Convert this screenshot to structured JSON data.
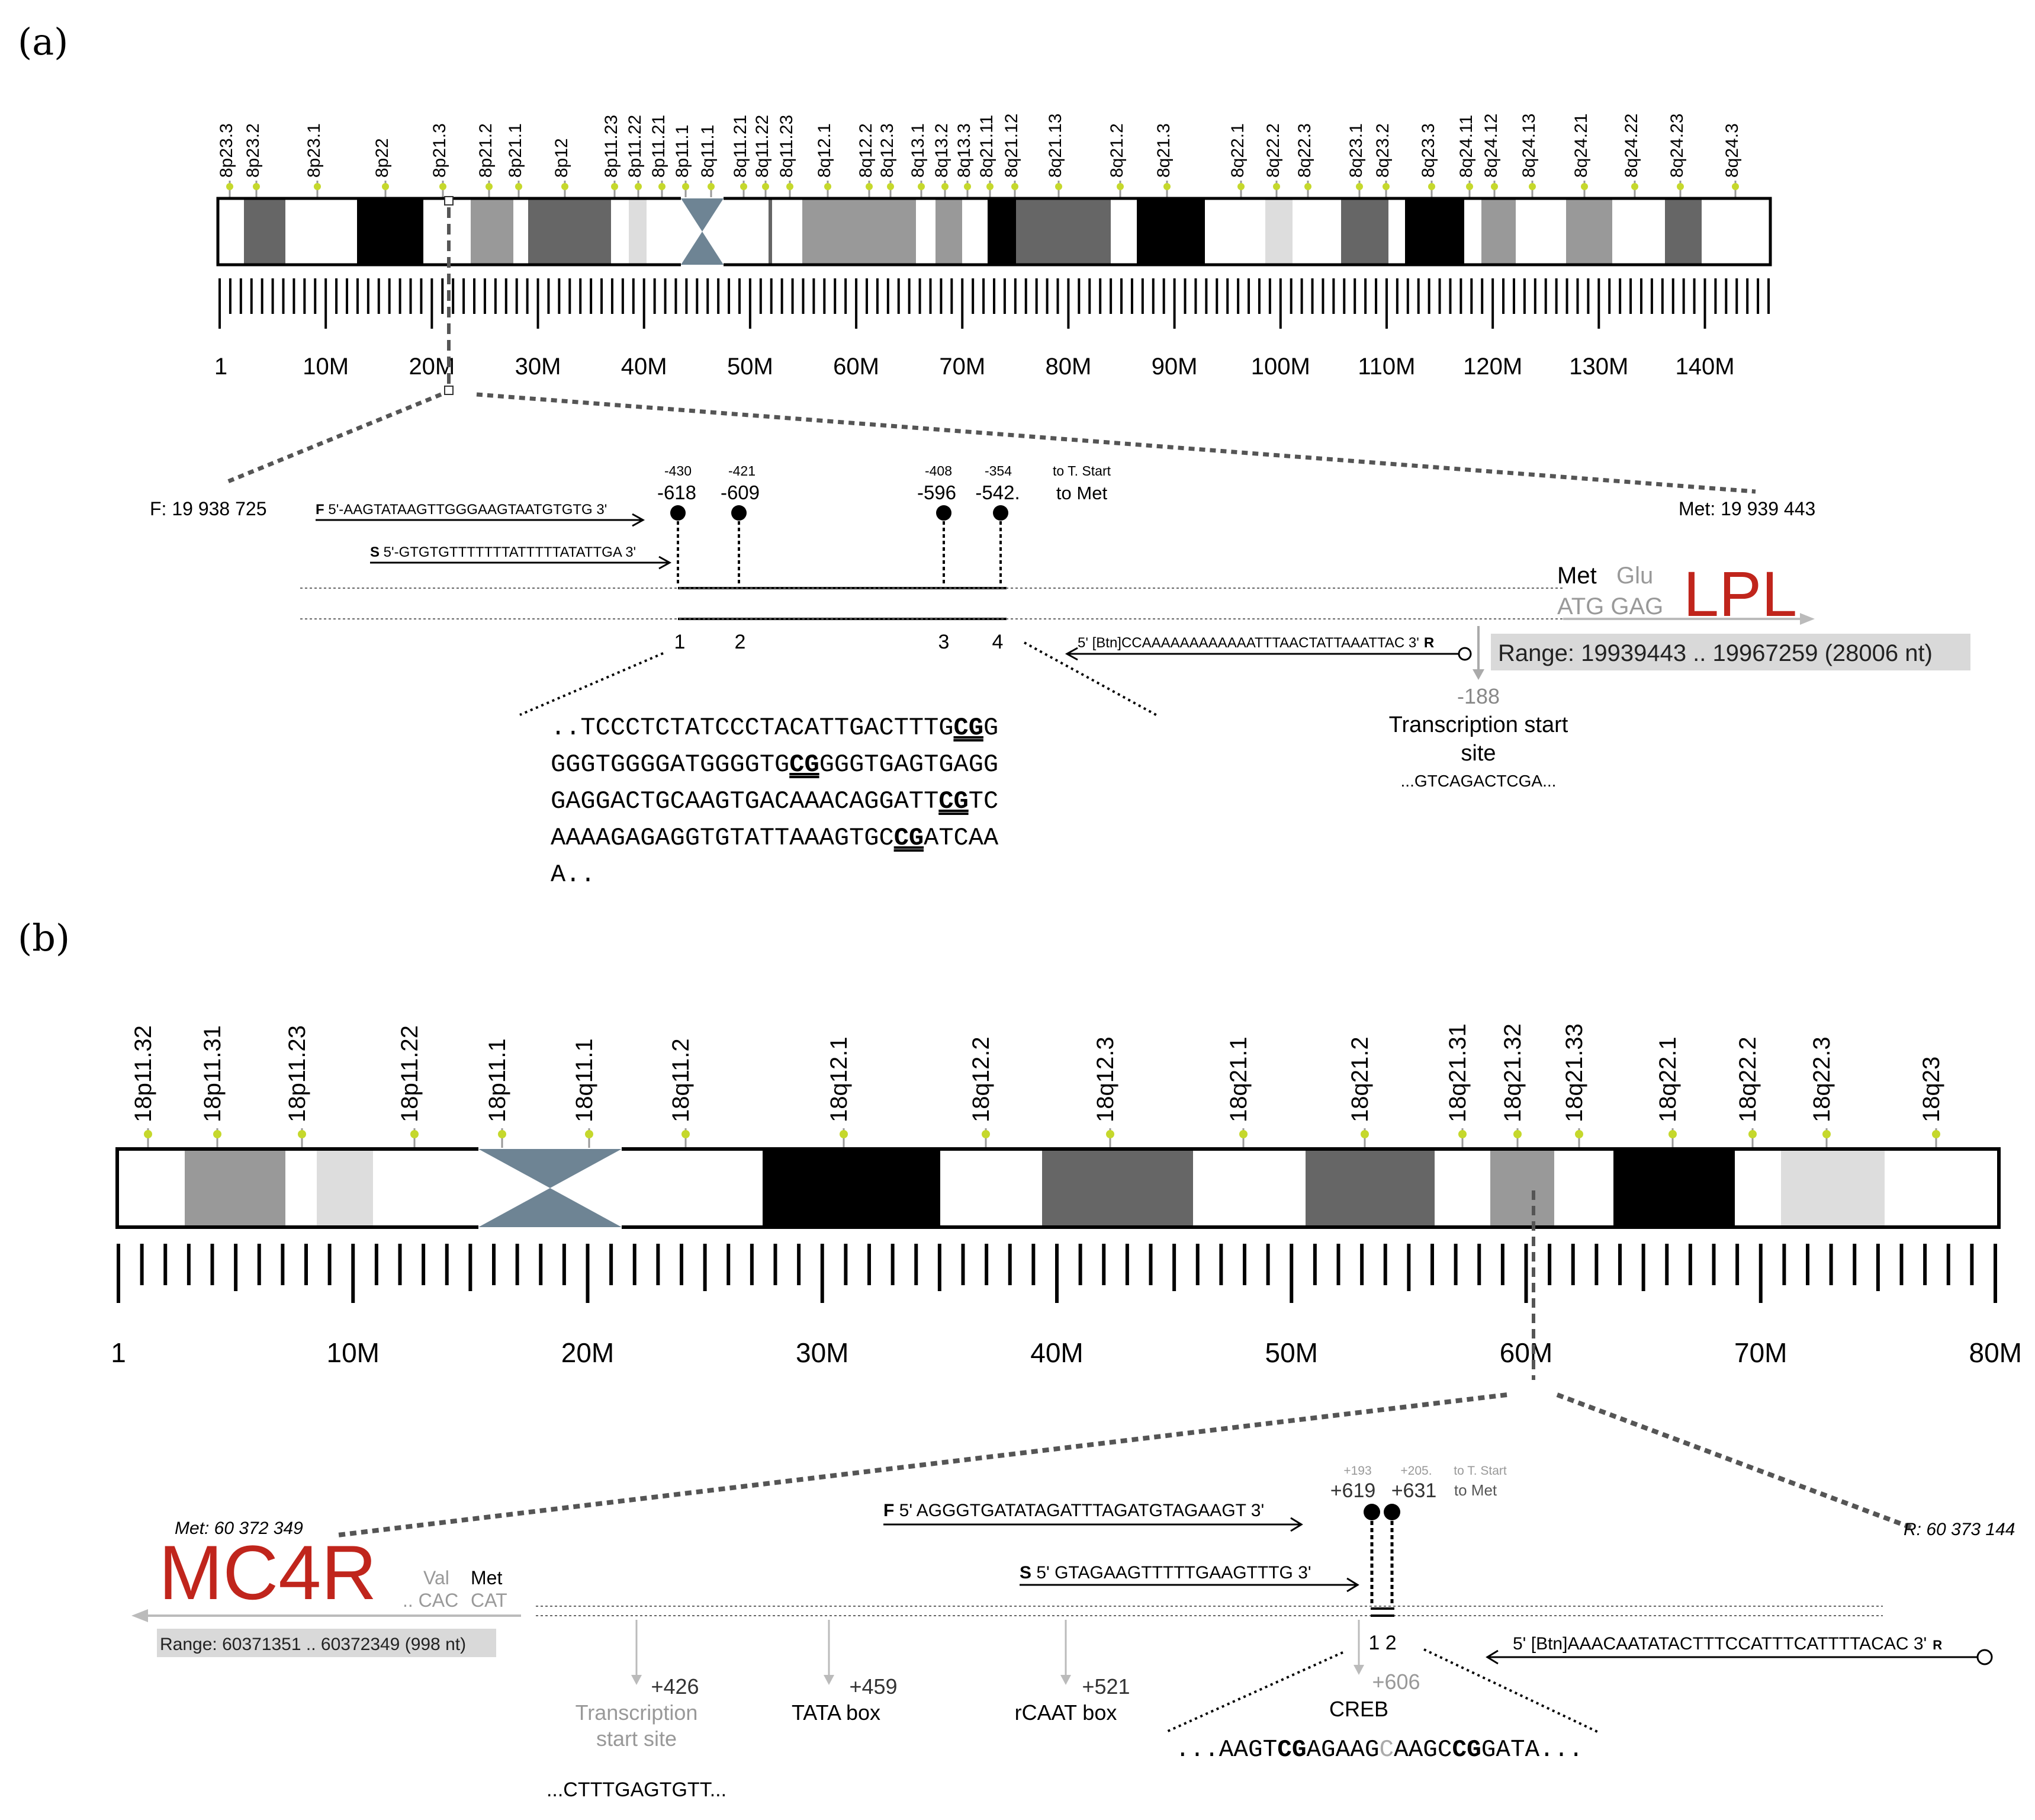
{
  "panel_a": {
    "label": "(a)",
    "chromosome": {
      "bands": [
        "8p23.3",
        "8p23.2",
        "8p23.1",
        "8p22",
        "8p21.3",
        "8p21.2",
        "8p21.1",
        "8p12",
        "8p11.23",
        "8p11.22",
        "8p11.21",
        "8p11.1",
        "8q11.1",
        "8q11.21",
        "8q11.22",
        "8q11.23",
        "8q12.1",
        "8q12.2",
        "8q12.3",
        "8q13.1",
        "8q13.2",
        "8q13.3",
        "8q21.11",
        "8q21.12",
        "8q21.13",
        "8q21.2",
        "8q21.3",
        "8q22.1",
        "8q22.2",
        "8q22.3",
        "8q23.1",
        "8q23.2",
        "8q23.3",
        "8q24.11",
        "8q24.12",
        "8q24.13",
        "8q24.21",
        "8q24.22",
        "8q24.23",
        "8q24.3"
      ],
      "scale_labels": [
        "1",
        "10M",
        "20M",
        "30M",
        "40M",
        "50M",
        "60M",
        "70M",
        "80M",
        "90M",
        "100M",
        "110M",
        "120M",
        "130M",
        "140M"
      ]
    },
    "f_coord": "F: 19 938 725",
    "met_coord": "Met: 19 939 443",
    "primer_f_letter": "F",
    "primer_f": " 5'-AAGTATAAGTTGGGAAGTAATGTGTG 3'",
    "primer_s_letter": "S",
    "primer_s": " 5'-GTGTGTTTTTTTATTTTTATATTGA 3'",
    "primer_r_letter": "R",
    "primer_r": "5' [Btn]CCAAAAAAAAAAAATTTAACTATTAAATTAC 3'",
    "cpg_small": [
      "-430",
      "-421",
      "-408",
      "-354"
    ],
    "cpg_large": [
      "-618",
      "-609",
      "-596",
      "-542."
    ],
    "to_tstart": "to T. Start",
    "to_met": "to Met",
    "cpg_numbers": [
      "1",
      "2",
      "3",
      "4"
    ],
    "met_label": "Met",
    "glu_label": "Glu",
    "codons": "ATG GAG",
    "gene": "LPL",
    "range": "Range: 19939443 .. 19967259 (28006 nt)",
    "tss_pos": "-188",
    "tss_label_1": "Transcription start",
    "tss_label_2": "site",
    "tss_seq": "...GTCAGACTCGA...",
    "sequence": [
      {
        "pre": "..TCCCTCTATCCCTACATTGACTTTG",
        "cg": "CG",
        "post": "G"
      },
      {
        "pre": "GGGTGGGGATGGGGTG",
        "cg": "CG",
        "post": "GGGTGAGTGAGG"
      },
      {
        "pre": "GAGGACTGCAAGTGACAAACAGGATT",
        "cg": "CG",
        "post": "TC"
      },
      {
        "pre": "AAAAGAGAGGTGTATTAAAGTGC",
        "cg": "CG",
        "post": "ATCAA"
      },
      {
        "pre": "A..",
        "cg": "",
        "post": ""
      }
    ]
  },
  "panel_b": {
    "label": "(b)",
    "chromosome": {
      "bands": [
        "18p11.32",
        "18p11.31",
        "18p11.23",
        "18p11.22",
        "18p11.1",
        "18q11.1",
        "18q11.2",
        "18q12.1",
        "18q12.2",
        "18q12.3",
        "18q21.1",
        "18q21.2",
        "18q21.31",
        "18q21.32",
        "18q21.33",
        "18q22.1",
        "18q22.2",
        "18q22.3",
        "18q23"
      ],
      "scale_labels": [
        "1",
        "10M",
        "20M",
        "30M",
        "40M",
        "50M",
        "60M",
        "70M",
        "80M"
      ]
    },
    "met_coord": "Met: 60 372 349",
    "r_coord": "R: 60 373 144",
    "gene": "MC4R",
    "val_label": "Val",
    "met_label": "Met",
    "codon_pre": ".. CAC",
    "codon_met": "CAT",
    "range": "Range: 60371351 .. 60372349 (998 nt)",
    "primer_f_letter": "F",
    "primer_f": " 5' AGGGTGATATAGATTTAGATGTAGAAGT 3'",
    "primer_s_letter": "S",
    "primer_s": " 5' GTAGAAGTTTTTGAAGTTTG 3'",
    "primer_r": "5' [Btn]AAACAATATACTTTCCATTTCATTTTACAC 3'",
    "primer_r_letter": "R",
    "cpg_small": [
      "+193",
      "+205."
    ],
    "cpg_large": [
      "+619",
      "+631"
    ],
    "to_tstart": "to T. Start",
    "to_met": "to Met",
    "cpg_numbers": "1 2",
    "tss_pos": "+426",
    "tss_label_1": "Transcription",
    "tss_label_2": "start site",
    "tata_pos": "+459",
    "tata_label": "TATA box",
    "rcaat_pos": "+521",
    "rcaat_label": "rCAAT box",
    "creb_pos": "+606",
    "creb_label": "CREB",
    "tss_seq": "...CTTTGAGTGTT...",
    "seq_parts": [
      "...AAGT",
      "CG",
      "AGAAG",
      "C",
      "AAGC",
      "CG",
      "GATA..."
    ]
  }
}
